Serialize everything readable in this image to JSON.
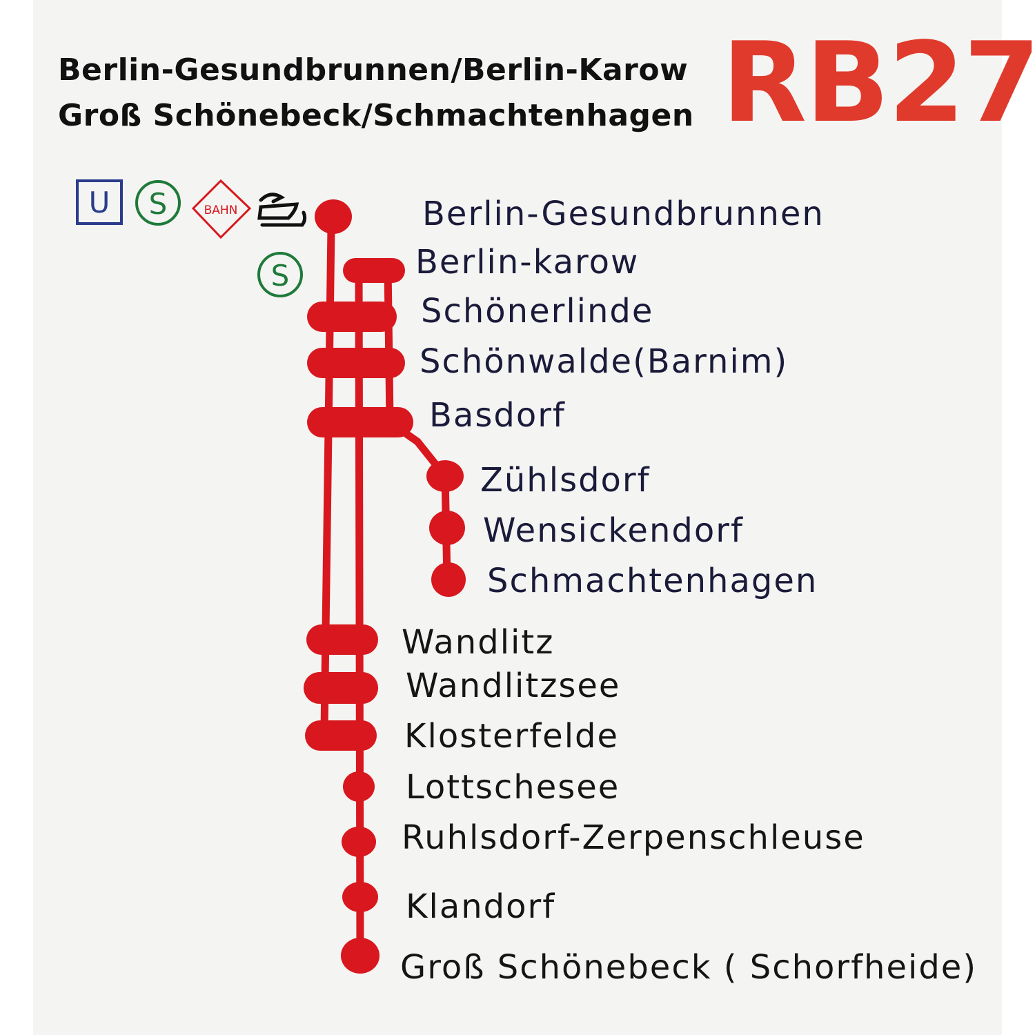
{
  "header": {
    "route_line1": "Berlin-Gesundbrunnen/Berlin-Karow",
    "route_line2": "Groß Schönebeck/Schmachtenhagen",
    "line_name": "RB27"
  },
  "colors": {
    "line_red": "#d8171e",
    "title_red": "#e03a2c",
    "ubahn_blue": "#2a3c8c",
    "sbahn_green": "#1f7a3a",
    "db_red": "#d8171e"
  },
  "connection_icons": {
    "ubahn": "U",
    "sbahn": "S",
    "db": "BAHN",
    "ferry": "ship-icon",
    "karow_sbahn": "S"
  },
  "stations": [
    "Berlin-Gesundbrunnen",
    "Berlin-karow",
    "Schönerlinde",
    "Schönwalde(Barnim)",
    "Basdorf",
    "Zühlsdorf",
    "Wensickendorf",
    "Schmachtenhagen",
    "Wandlitz",
    "Wandlitzsee",
    "Klosterfelde",
    "Lottschesee",
    "Ruhlsdorf-Zerpenschleuse",
    "Klandorf",
    "Groß  Schönebeck ( Schorfheide)"
  ]
}
